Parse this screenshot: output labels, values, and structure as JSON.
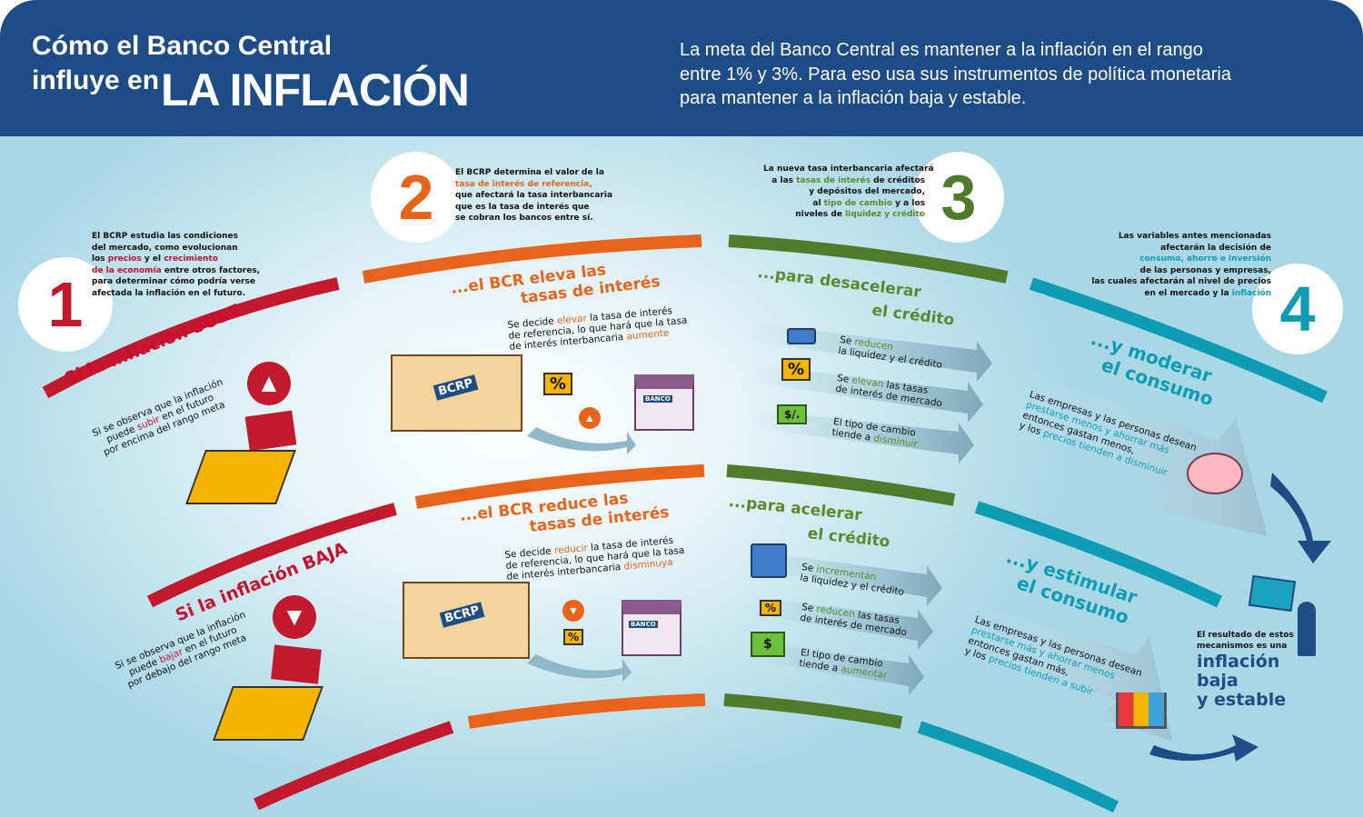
{
  "header": {
    "title_line1": "Cómo el Banco Central",
    "title_prefix": "influye en",
    "title_big": "LA INFLACIÓN",
    "description_l1": "La meta del Banco Central es mantener a la inflación en el rango",
    "description_l2": "entre 1% y 3%. Para eso usa sus instrumentos de política monetaria",
    "description_l3": "para mantener a la inflación baja y estable."
  },
  "colors": {
    "navy": "#1e4c86",
    "red": "#c3192e",
    "orange": "#e8641b",
    "green": "#4f7b2a",
    "teal": "#0e9cb5"
  },
  "steps": [
    {
      "number": "1",
      "l1": "El BCRP estudia las condiciones",
      "l2": "del mercado, como evolucionan",
      "l3a": "los ",
      "l3b": "precios",
      "l3c": " y el ",
      "l3d": "crecimiento",
      "l4a": "de la economía",
      "l4b": " entre otros factores,",
      "l5": "para determinar cómo podría verse",
      "l6": "afectada la inflación en el futuro."
    },
    {
      "number": "2",
      "l1": "El BCRP determina el valor de la",
      "l2": "tasa de interés de referencia,",
      "l3": "que afectará la tasa interbancaria",
      "l4": "que es la tasa de interés que",
      "l5": "se cobran los bancos entre sí."
    },
    {
      "number": "3",
      "l1": "La nueva tasa interbancaria afectará",
      "l2a": "a las ",
      "l2b": "tasas de interés",
      "l2c": " de créditos",
      "l3": "y depósitos del mercado,",
      "l4a": "al ",
      "l4b": "tipo de cambio",
      "l4c": " y a los",
      "l5a": "niveles de ",
      "l5b": "liquidez y crédito"
    },
    {
      "number": "4",
      "l1": "Las variables antes mencionadas",
      "l2": "afectarán la decisión de",
      "l3": "consumo, ahorro e inversión",
      "l4": "de las personas y empresas,",
      "l5": "las cuales afectarán al nivel de precios",
      "l6a": "en el mercado y la ",
      "l6b": "inflación"
    }
  ],
  "up": {
    "cond": "Si la inflación SUBE",
    "obs_l1": "Si se observa que la inflación",
    "obs_l2a": "puede ",
    "obs_l2b": "subir",
    "obs_l2c": " en el futuro",
    "obs_l3": "por encima del rango meta",
    "bcr_l1": "...el BCR eleva las",
    "bcr_l2": "tasas de interés",
    "dec_l1a": "Se decide ",
    "dec_l1b": "elevar",
    "dec_l1c": " la tasa de interés",
    "dec_l2": "de referencia, lo que hará que la tasa",
    "dec_l3a": "de interés interbancaria ",
    "dec_l3b": "aumente",
    "credit_l1": "...para desacelerar",
    "credit_l2": "el crédito",
    "items": [
      {
        "a": "Se ",
        "b": "reducen",
        "c": "la liquidez y el crédito"
      },
      {
        "a": "Se ",
        "b": "elevan",
        "b2": " las tasas",
        "c": "de interés de mercado"
      },
      {
        "a": "El tipo de cambio",
        "b": "",
        "c": "tiende a ",
        "d": "disminuir"
      }
    ],
    "cons_l1": "...y moderar",
    "cons_l2": "el consumo",
    "eff_l1": "Las empresas y las personas desean",
    "eff_l2": "prestarse menos y ahorrar más",
    "eff_l3": "entonces gastan menos,",
    "eff_l4a": "y los ",
    "eff_l4b": "precios tienden a disminuir"
  },
  "down": {
    "cond": "Si la inflación BAJA",
    "obs_l1": "Si se observa que la inflación",
    "obs_l2a": "puede ",
    "obs_l2b": "bajar",
    "obs_l2c": " en el futuro",
    "obs_l3": "por debajo del rango meta",
    "bcr_l1": "...el BCR reduce las",
    "bcr_l2": "tasas de interés",
    "dec_l1a": "Se decide ",
    "dec_l1b": "reducir",
    "dec_l1c": " la tasa de interés",
    "dec_l2": "de referencia, lo que hará que la tasa",
    "dec_l3a": "de interés interbancaria ",
    "dec_l3b": "disminuya",
    "credit_l1": "...para acelerar",
    "credit_l2": "el crédito",
    "items": [
      {
        "a": "Se ",
        "b": "incrementan",
        "c": "la liquidez y el crédito"
      },
      {
        "a": "Se ",
        "b": "reducen",
        "b2": " las tasas",
        "c": "de interés de mercado"
      },
      {
        "a": "El tipo de cambio",
        "b": "",
        "c": "tiende a ",
        "d": "aumentar"
      }
    ],
    "cons_l1": "...y estimular",
    "cons_l2": "el consumo",
    "eff_l1": "Las empresas y las personas desean",
    "eff_l2": "prestarse más y ahorrar menos",
    "eff_l3": "entonces gastan más,",
    "eff_l4a": "y los ",
    "eff_l4b": "precios tienden a subir"
  },
  "signs": {
    "bank": "BCRP",
    "percent": "%",
    "banco": "BANCO",
    "dollar": "$/."
  },
  "result": {
    "l1": "El resultado de estos",
    "l2": "mecanismos es una",
    "l3": "inflación",
    "l4": "baja",
    "l5": "y estable"
  }
}
